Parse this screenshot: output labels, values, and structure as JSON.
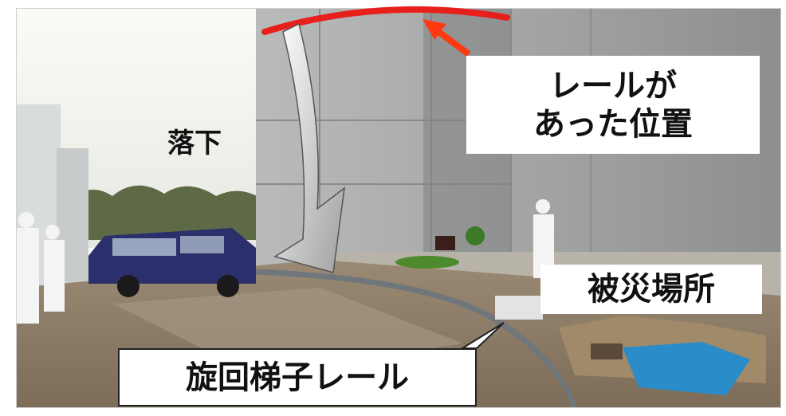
{
  "labels": {
    "rail_position_line1": "レールが",
    "rail_position_line2": "あった位置",
    "fall": "落下",
    "damage_site": "被災場所",
    "rail_name": "旋回梯子レール"
  },
  "colors": {
    "rail_arc": "#e8201c",
    "pointer_arrow": "#ff3a10",
    "sky": "#f2f2ee",
    "tank_wall": "#9ea0a0",
    "ground": "#8d7d68",
    "van": "#2b2f6b",
    "tarp": "#2a8cc9"
  },
  "icons": {
    "fall_arrow": "curved-down-arrow-icon",
    "pointer": "pointer-arrow-icon"
  }
}
